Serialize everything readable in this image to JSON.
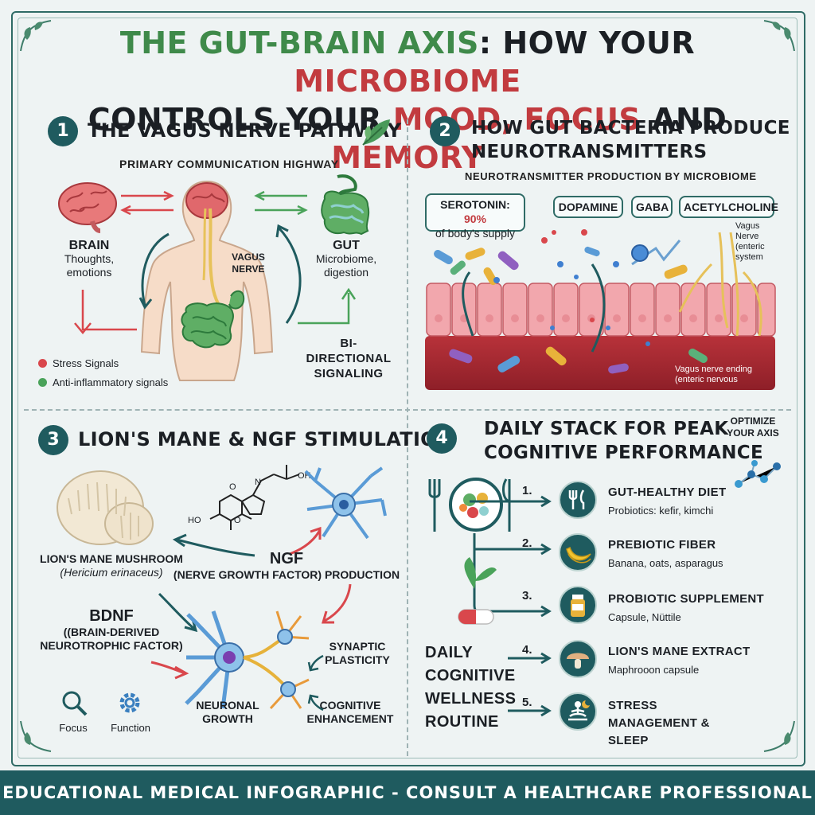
{
  "title": {
    "part1": "THE GUT-BRAIN AXIS",
    "part2": ": HOW YOUR ",
    "part3": "MICROBIOME",
    "part4": "CONTROLS YOUR ",
    "part5": "MOOD, FOCUS",
    "part6": " AND ",
    "part7": "MEMORY"
  },
  "colors": {
    "accent": "#1f5b5f",
    "green": "#3f8a4a",
    "red": "#c23b3f",
    "background": "#eef3f3"
  },
  "section1": {
    "number": "1",
    "title": "THE VAGUS NERVE PATHWAY",
    "subtitle": "PRIMARY COMMUNICATION HIGHWAY",
    "brain_label": "BRAIN",
    "brain_desc": "Thoughts, emotions",
    "nerve_label": "VAGUS NERVE",
    "gut_label": "GUT",
    "gut_desc": "Microbiome, digestion",
    "bidirectional": "BI-DIRECTIONAL SIGNALING",
    "legend": [
      {
        "label": "Stress Signals",
        "color": "#d9474c"
      },
      {
        "label": "Anti-inflammatory signals",
        "color": "#4aa35a"
      }
    ]
  },
  "section2": {
    "number": "2",
    "title_line1": "HOW GUT BACTERIA PRODUCE",
    "title_line2": "NEUROTRANSMITTERS",
    "subtitle": "NEUROTRANSMITTER PRODUCTION BY MICROBIOME",
    "serotonin_label": "SEROTONIN: ",
    "serotonin_value": "90%",
    "serotonin_desc": "of body's supply",
    "pills": [
      "DOPAMINE",
      "GABA",
      "ACETYLCHOLINE"
    ],
    "vagus_label": "Vagus Nerve (enteric system",
    "ending_label": "Vagus nerve ending (enteric nervous"
  },
  "section3": {
    "number": "3",
    "title": "LION'S MANE & NGF STIMULATION",
    "mushroom_label": "LION'S MANE MUSHROOM",
    "mushroom_latin": "(Hericium erinaceus)",
    "ngf_title": "NGF",
    "ngf_desc": "(NERVE GROWTH FACTOR) PRODUCTION",
    "bdnf_title": "BDNF",
    "bdnf_desc_line1": "((BRAIN-DERIVED",
    "bdnf_desc_line2": "NEUROTROPHIC FACTOR)",
    "synaptic": "SYNAPTIC PLASTICITY",
    "growth": "NEURONAL GROWTH",
    "cognitive": "COGNITIVE ENHANCEMENT",
    "focus_label": "Focus",
    "function_label": "Function",
    "molecule_labels": {
      "oh": "OH",
      "ho": "HO",
      "o1": "O",
      "o2": "O",
      "n": "N"
    }
  },
  "section4": {
    "number": "4",
    "title_line1": "DAILY STACK FOR PEAK",
    "title_line2": "COGNITIVE PERFORMANCE",
    "optimize": "OPTIMIZE YOUR AXIS",
    "routine_line1": "DAILY",
    "routine_line2": "COGNITIVE",
    "routine_line3": "WELLNESS",
    "routine_line4": "ROUTINE",
    "steps": [
      {
        "num": "1.",
        "title": "GUT-HEALTHY DIET",
        "desc": "Probiotics: kefir, kimchi",
        "icon": "fork-knife-icon"
      },
      {
        "num": "2.",
        "title": "PREBIOTIC FIBER",
        "desc": "Banana, oats, asparagus",
        "icon": "banana-icon"
      },
      {
        "num": "3.",
        "title": "PROBIOTIC SUPPLEMENT",
        "desc": "Capsule, Nüttile",
        "icon": "bottle-icon"
      },
      {
        "num": "4.",
        "title": "LION'S MANE EXTRACT",
        "desc": "Maphrooon capsule",
        "icon": "mushroom-icon"
      },
      {
        "num": "5.",
        "title": "STRESS MANAGEMENT & SLEEP",
        "desc": "",
        "icon": "meditation-icon"
      }
    ]
  },
  "footer": "EDUCATIONAL MEDICAL INFOGRAPHIC - CONSULT A HEALTHCARE PROFESSIONAL"
}
